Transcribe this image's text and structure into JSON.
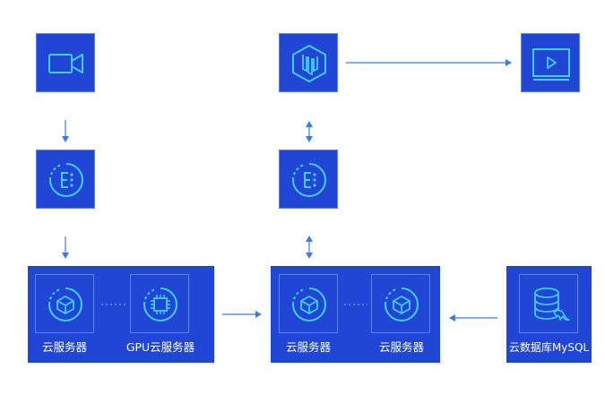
{
  "groups": {
    "left": {
      "node1_label": "云服务器",
      "node2_label": "GPU云服务器"
    },
    "middle": {
      "node1_label": "云服务器",
      "node2_label": "云服务器"
    },
    "database": {
      "label": "云数据库MySQL"
    }
  },
  "icons": {
    "camera": "video-camera-icon",
    "cube": "cube-stack-icon",
    "player": "video-player-icon",
    "elastic": "elastic-service-icon",
    "server": "cloud-server-icon",
    "gpu": "gpu-chip-icon",
    "database": "mysql-database-icon"
  },
  "colors": {
    "tile": "#2146d6",
    "line": "#3a7be8",
    "icon": "#3fd0ff",
    "text": "#ffffff"
  }
}
